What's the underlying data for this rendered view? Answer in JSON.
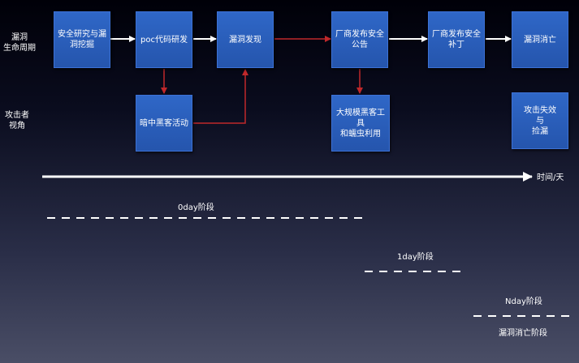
{
  "row_labels": {
    "lifecycle": "漏洞\n生命周期",
    "attacker": "攻击者\n视角"
  },
  "boxes": {
    "research": "安全研究与漏\n洞挖掘",
    "poc": "poc代码研发",
    "discovery": "漏洞发现",
    "advisory": "厂商发布安全\n公告",
    "patch": "厂商发布安全\n补丁",
    "vanish": "漏洞消亡",
    "blackhat": "暗中黑客活动",
    "tools": "大规模黑客工\n具\n和蠕虫利用",
    "failure": "攻击失效\n与\n捡漏"
  },
  "timeline": {
    "label": "时间/天"
  },
  "phases": {
    "zero_day": "0day阶段",
    "one_day": "1day阶段",
    "n_day": "Nday阶段",
    "vanish": "漏洞消亡阶段"
  },
  "colors": {
    "box": "#2f67c7",
    "red_arrow": "#c0282b",
    "white_arrow": "#ffffff"
  }
}
